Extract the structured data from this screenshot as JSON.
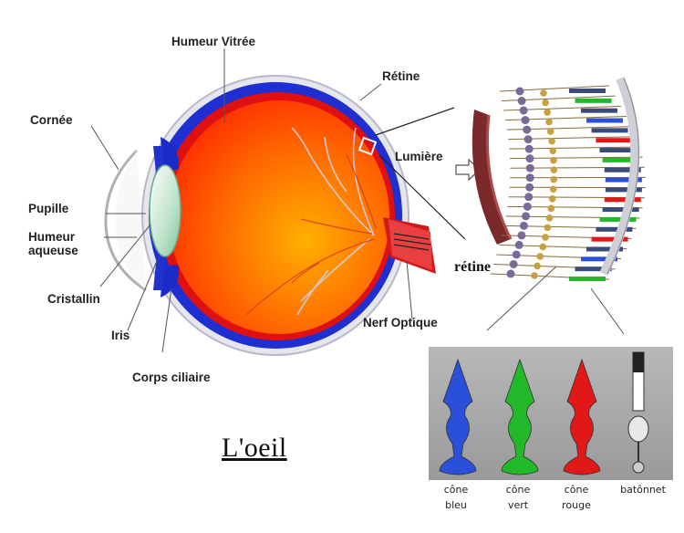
{
  "title": "L'oeil",
  "labels": {
    "humeur_vitree": "Humeur Vitrée",
    "retine": "Rétine",
    "cornee": "Cornée",
    "lumiere": "Lumière",
    "pupille": "Pupille",
    "humeur_aqueuse_1": "Humeur",
    "humeur_aqueuse_2": "aqueuse",
    "cristallin": "Cristallin",
    "iris": "Iris",
    "corps_ciliaire": "Corps ciliaire",
    "nerf_optique": "Nerf Optique",
    "retine_detail": "rétine"
  },
  "cells": [
    {
      "name_1": "cône",
      "name_2": "bleu",
      "color": "#2a4fd8"
    },
    {
      "name_1": "cône",
      "name_2": "vert",
      "color": "#22b82a"
    },
    {
      "name_1": "cône",
      "name_2": "rouge",
      "color": "#e01818"
    },
    {
      "name_1": "batônnet",
      "name_2": "",
      "color": "#d8d8d8"
    }
  ]
}
